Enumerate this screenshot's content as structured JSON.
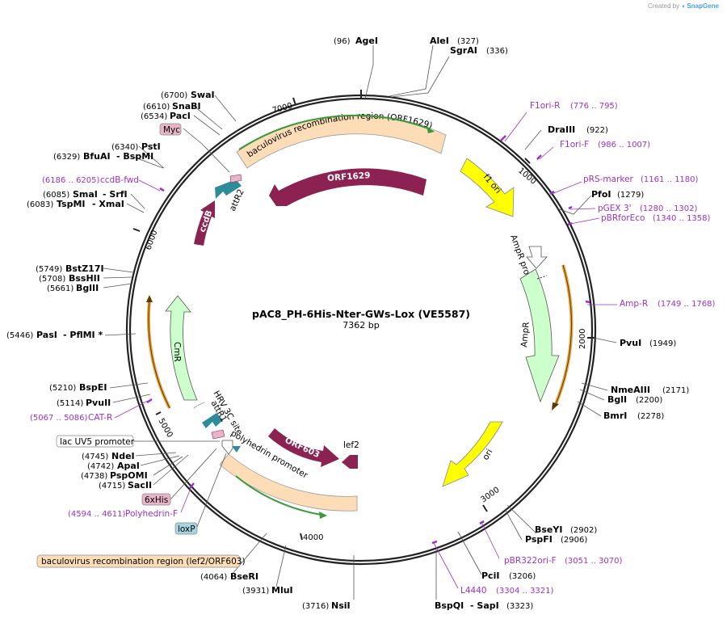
{
  "credit": {
    "prefix": "Created by",
    "brand": "SnapGene"
  },
  "plasmid": {
    "name": "pAC8_PH-6His-Nter-GWs-Lox (VE5587)",
    "length": "7362 bp"
  },
  "ticks": [
    "1000",
    "2000",
    "3000",
    "4000",
    "5000",
    "6000",
    "7000"
  ],
  "colors": {
    "primer": "#9b30c8",
    "orf": "#8b2252",
    "ori": "#ffff00",
    "marker": "#ccffcc",
    "recomb": "#fddcb8",
    "tag": "#2e8b9a"
  },
  "enzymes": [
    {
      "pos": "(96)",
      "name": "AgeI"
    },
    {
      "name": "AleI",
      "pos": "(327)"
    },
    {
      "name": "SgrAI",
      "pos": "(336)"
    },
    {
      "name": "DraIII",
      "pos": "(922)"
    },
    {
      "name": "PfoI",
      "pos": "(1279)"
    },
    {
      "name": "PvuI",
      "pos": "(1949)"
    },
    {
      "name": "NmeAIII",
      "pos": "(2171)"
    },
    {
      "name": "BglI",
      "pos": "(2200)"
    },
    {
      "name": "BmrI",
      "pos": "(2278)"
    },
    {
      "name": "BseYI",
      "pos": "(2902)"
    },
    {
      "name": "PspFI",
      "pos": "(2906)"
    },
    {
      "name": "PciI",
      "pos": "(3206)"
    },
    {
      "name": "BspQI",
      "sep": "- SapI",
      "pos": "(3323)"
    },
    {
      "pos": "(3716)",
      "name": "NsiI"
    },
    {
      "pos": "(3931)",
      "name": "MluI"
    },
    {
      "pos": "(4064)",
      "name": "BseRI"
    },
    {
      "pos": "(4715)",
      "name": "SacII"
    },
    {
      "pos": "(4738)",
      "name": "PspOMI"
    },
    {
      "pos": "(4742)",
      "name": "ApaI"
    },
    {
      "pos": "(4745)",
      "name": "NdeI"
    },
    {
      "pos": "(5114)",
      "name": "PvuII"
    },
    {
      "pos": "(5210)",
      "name": "BspEI"
    },
    {
      "pos": "(5446)",
      "name": "PasI",
      "sep": "- PflMI *"
    },
    {
      "pos": "(5661)",
      "name": "BglII"
    },
    {
      "pos": "(5708)",
      "name": "BssHII"
    },
    {
      "pos": "(5749)",
      "name": "BstZ17I"
    },
    {
      "pos": "(6083)",
      "name": "TspMI",
      "sep": "- XmaI"
    },
    {
      "pos": "(6085)",
      "name": "SmaI",
      "sep": "- SrfI"
    },
    {
      "pos": "(6329)",
      "name": "BfuAI",
      "sep": "- BspMI"
    },
    {
      "pos": "(6340)",
      "name": "PstI"
    },
    {
      "pos": "(6534)",
      "name": "PacI"
    },
    {
      "pos": "(6610)",
      "name": "SnaBI"
    },
    {
      "pos": "(6700)",
      "name": "SwaI"
    }
  ],
  "primers": [
    {
      "name": "F1ori-R",
      "range": "(776 .. 795)"
    },
    {
      "name": "F1ori-F",
      "range": "(986 .. 1007)"
    },
    {
      "name": "pRS-marker",
      "range": "(1161 .. 1180)"
    },
    {
      "name": "pGEX 3'",
      "range": "(1280 .. 1302)"
    },
    {
      "name": "pBRforEco",
      "range": "(1340 .. 1358)"
    },
    {
      "name": "Amp-R",
      "range": "(1749 .. 1768)"
    },
    {
      "name": "pBR322ori-F",
      "range": "(3051 .. 3070)"
    },
    {
      "name": "L4440",
      "range": "(3304 .. 3321)"
    },
    {
      "range": "(4594 .. 4611)",
      "name": "Polyhedrin-F"
    },
    {
      "range": "(5067 .. 5086)",
      "name": "CAT-R"
    },
    {
      "range": "(6186 .. 6205)",
      "name": "ccdB-fwd"
    }
  ],
  "boxes": {
    "myc": "Myc",
    "lacuv5": "lac UV5 promoter",
    "his": "6xHis",
    "loxp": "loxP",
    "recomb2": "baculovirus recombination region (lef2/ORF603)"
  },
  "features": {
    "recomb1": "baculovirus recombination region (ORF1629)",
    "orf1629": "ORF1629",
    "f1ori": "f1 ori",
    "ampr_prom": "AmpR promoter",
    "ampr": "AmpR",
    "ori": "ori",
    "orf603": "ORF603",
    "lef2": "lef2",
    "polyh": "polyhedrin promoter",
    "hrv": "HRV 3C site",
    "attr1": "attR1",
    "attr2": "attR2",
    "ccdb": "ccdB",
    "cmr": "CmR"
  }
}
